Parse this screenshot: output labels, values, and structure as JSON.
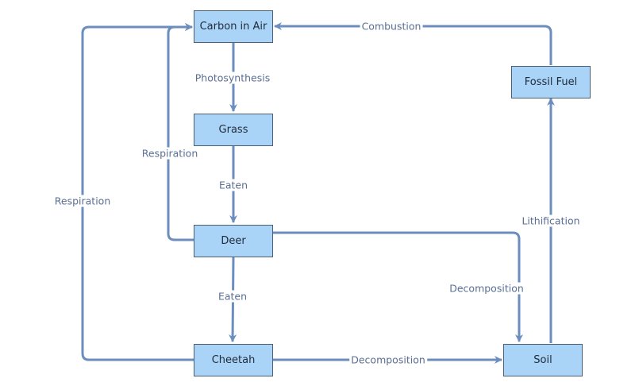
{
  "colors": {
    "node_fill": "#aad4f7",
    "node_border": "#4f5f73",
    "edge": "#6c8ebf",
    "label_text": "#5a6f94"
  },
  "nodes": {
    "carbon_in_air": "Carbon in Air",
    "grass": "Grass",
    "deer": "Deer",
    "cheetah": "Cheetah",
    "soil": "Soil",
    "fossil_fuel": "Fossil Fuel"
  },
  "edges": [
    {
      "id": "photosynthesis",
      "from": "Carbon in Air",
      "to": "Grass",
      "label": "Photosynthesis"
    },
    {
      "id": "eaten-grass-deer",
      "from": "Grass",
      "to": "Deer",
      "label": "Eaten"
    },
    {
      "id": "eaten-deer-cheetah",
      "from": "Deer",
      "to": "Cheetah",
      "label": "Eaten"
    },
    {
      "id": "respiration-deer",
      "from": "Deer",
      "to": "Carbon in Air",
      "label": "Respiration"
    },
    {
      "id": "respiration-cheetah",
      "from": "Cheetah",
      "to": "Carbon in Air",
      "label": "Respiration"
    },
    {
      "id": "decomposition-deer",
      "from": "Deer",
      "to": "Soil",
      "label": "Decomposition"
    },
    {
      "id": "decomposition-cheetah",
      "from": "Cheetah",
      "to": "Soil",
      "label": "Decomposition"
    },
    {
      "id": "lithification",
      "from": "Soil",
      "to": "Fossil Fuel",
      "label": "Lithification"
    },
    {
      "id": "combustion",
      "from": "Fossil Fuel",
      "to": "Carbon in Air",
      "label": "Combustion"
    }
  ]
}
